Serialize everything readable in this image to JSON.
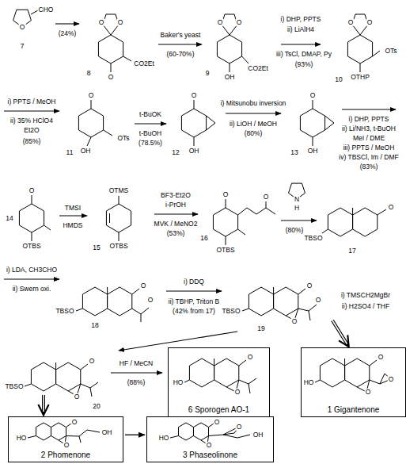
{
  "diagram": {
    "nodes": [
      {
        "text": [
          "6 Sporogen AO-1"
        ]
      },
      {
        "text": [
          "1 Gigantenone"
        ]
      },
      {
        "text": [
          "2 Phomenone"
        ]
      },
      {
        "text": [
          "3 Phaseolinone"
        ]
      }
    ],
    "edges": [
      {
        "from": 2,
        "to": 3,
        "arrow": "to"
      }
    ],
    "labels": [
      "O",
      "CHO",
      "7",
      "(24%)",
      "O",
      "O",
      "O",
      "CO2Et",
      "8",
      "Baker's yeast",
      "(60-70%)",
      "O",
      "O",
      "OH",
      "CO2Et",
      "9",
      "i) DHP, PPTS",
      "ii) LiAlH4",
      "iii) TsCl, DMAP, Py",
      "(93%)",
      "O",
      "O",
      "OTs",
      "OTHP",
      "10",
      "i) PPTS / MeOH",
      "ii) 35% HClO4",
      "Et2O",
      "(85%)",
      "O",
      "OTs",
      "OH",
      "11",
      "t-BuOK",
      "t-BuOH",
      "(78.5%)",
      "O",
      "OH",
      "12",
      "i)  Mitsunobu inversion",
      "ii) LiOH / MeOH",
      "(80%)",
      "O",
      "OH",
      "13",
      "i) DHP, PPTS",
      "ii) Li/NH3, t-BuOH",
      "MeI / DME",
      "iii) PPTS / MeOH",
      "iv) TBSCl, Im / DMF",
      "(83%)",
      "O",
      "OTBS",
      "14",
      "TMSI",
      "HMDS",
      "OTMS",
      "OTBS",
      "15",
      "BF3·Et2O",
      "i-PrOH",
      "MVK / MeNO2",
      "(53%)",
      "O",
      "O",
      "OTBS",
      "16",
      "N",
      "H",
      "(80%)",
      "TBSO",
      "O",
      "17",
      "i) LDA, CH3CHO",
      "ii) Swern oxi.",
      "TBSO",
      "O",
      "O",
      "18",
      "i) DDQ",
      "ii) TBHP, Triton B",
      "(42% from 17)",
      "TBSO",
      "O",
      "O",
      "O",
      "19",
      "i)   TMSCH2MgBr",
      "ii) H2SO4 / THF",
      "TBSO",
      "O",
      "O",
      "20",
      "HF / MeCN",
      "(88%)",
      "HO",
      "O",
      "O",
      "HO",
      "O",
      "O",
      "O",
      "HO",
      "O",
      "O",
      "OH",
      "HO",
      "O",
      "O",
      "O",
      "OH"
    ]
  }
}
